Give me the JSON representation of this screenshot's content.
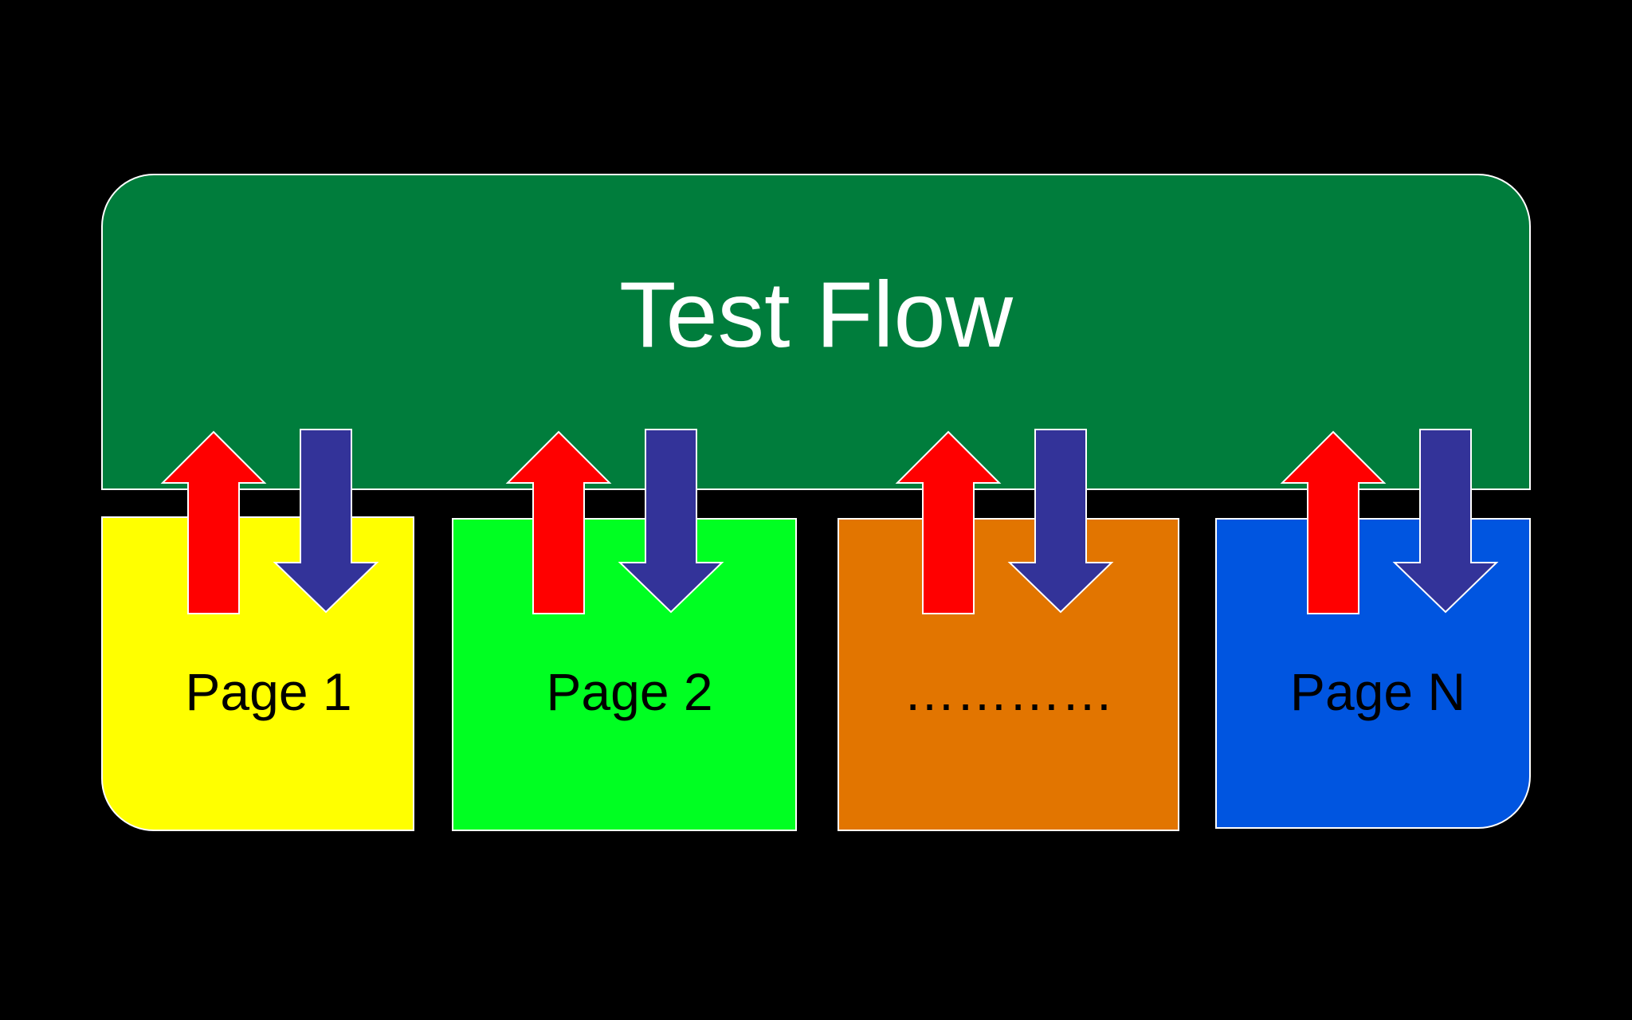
{
  "diagram": {
    "title": "Test Flow",
    "colors": {
      "background": "#000000",
      "flow": "#007d3c",
      "border": "#ffffff",
      "arrow_up": "#ff0000",
      "arrow_down": "#333399"
    },
    "pages": [
      {
        "label": "Page 1",
        "color": "#ffff00"
      },
      {
        "label": "Page 2",
        "color": "#00ff22"
      },
      {
        "label": "…………",
        "color": "#e27500"
      },
      {
        "label": "Page N",
        "color": "#0055e0"
      }
    ],
    "arrow_icons": [
      "arrow-up-icon",
      "arrow-down-icon"
    ]
  }
}
